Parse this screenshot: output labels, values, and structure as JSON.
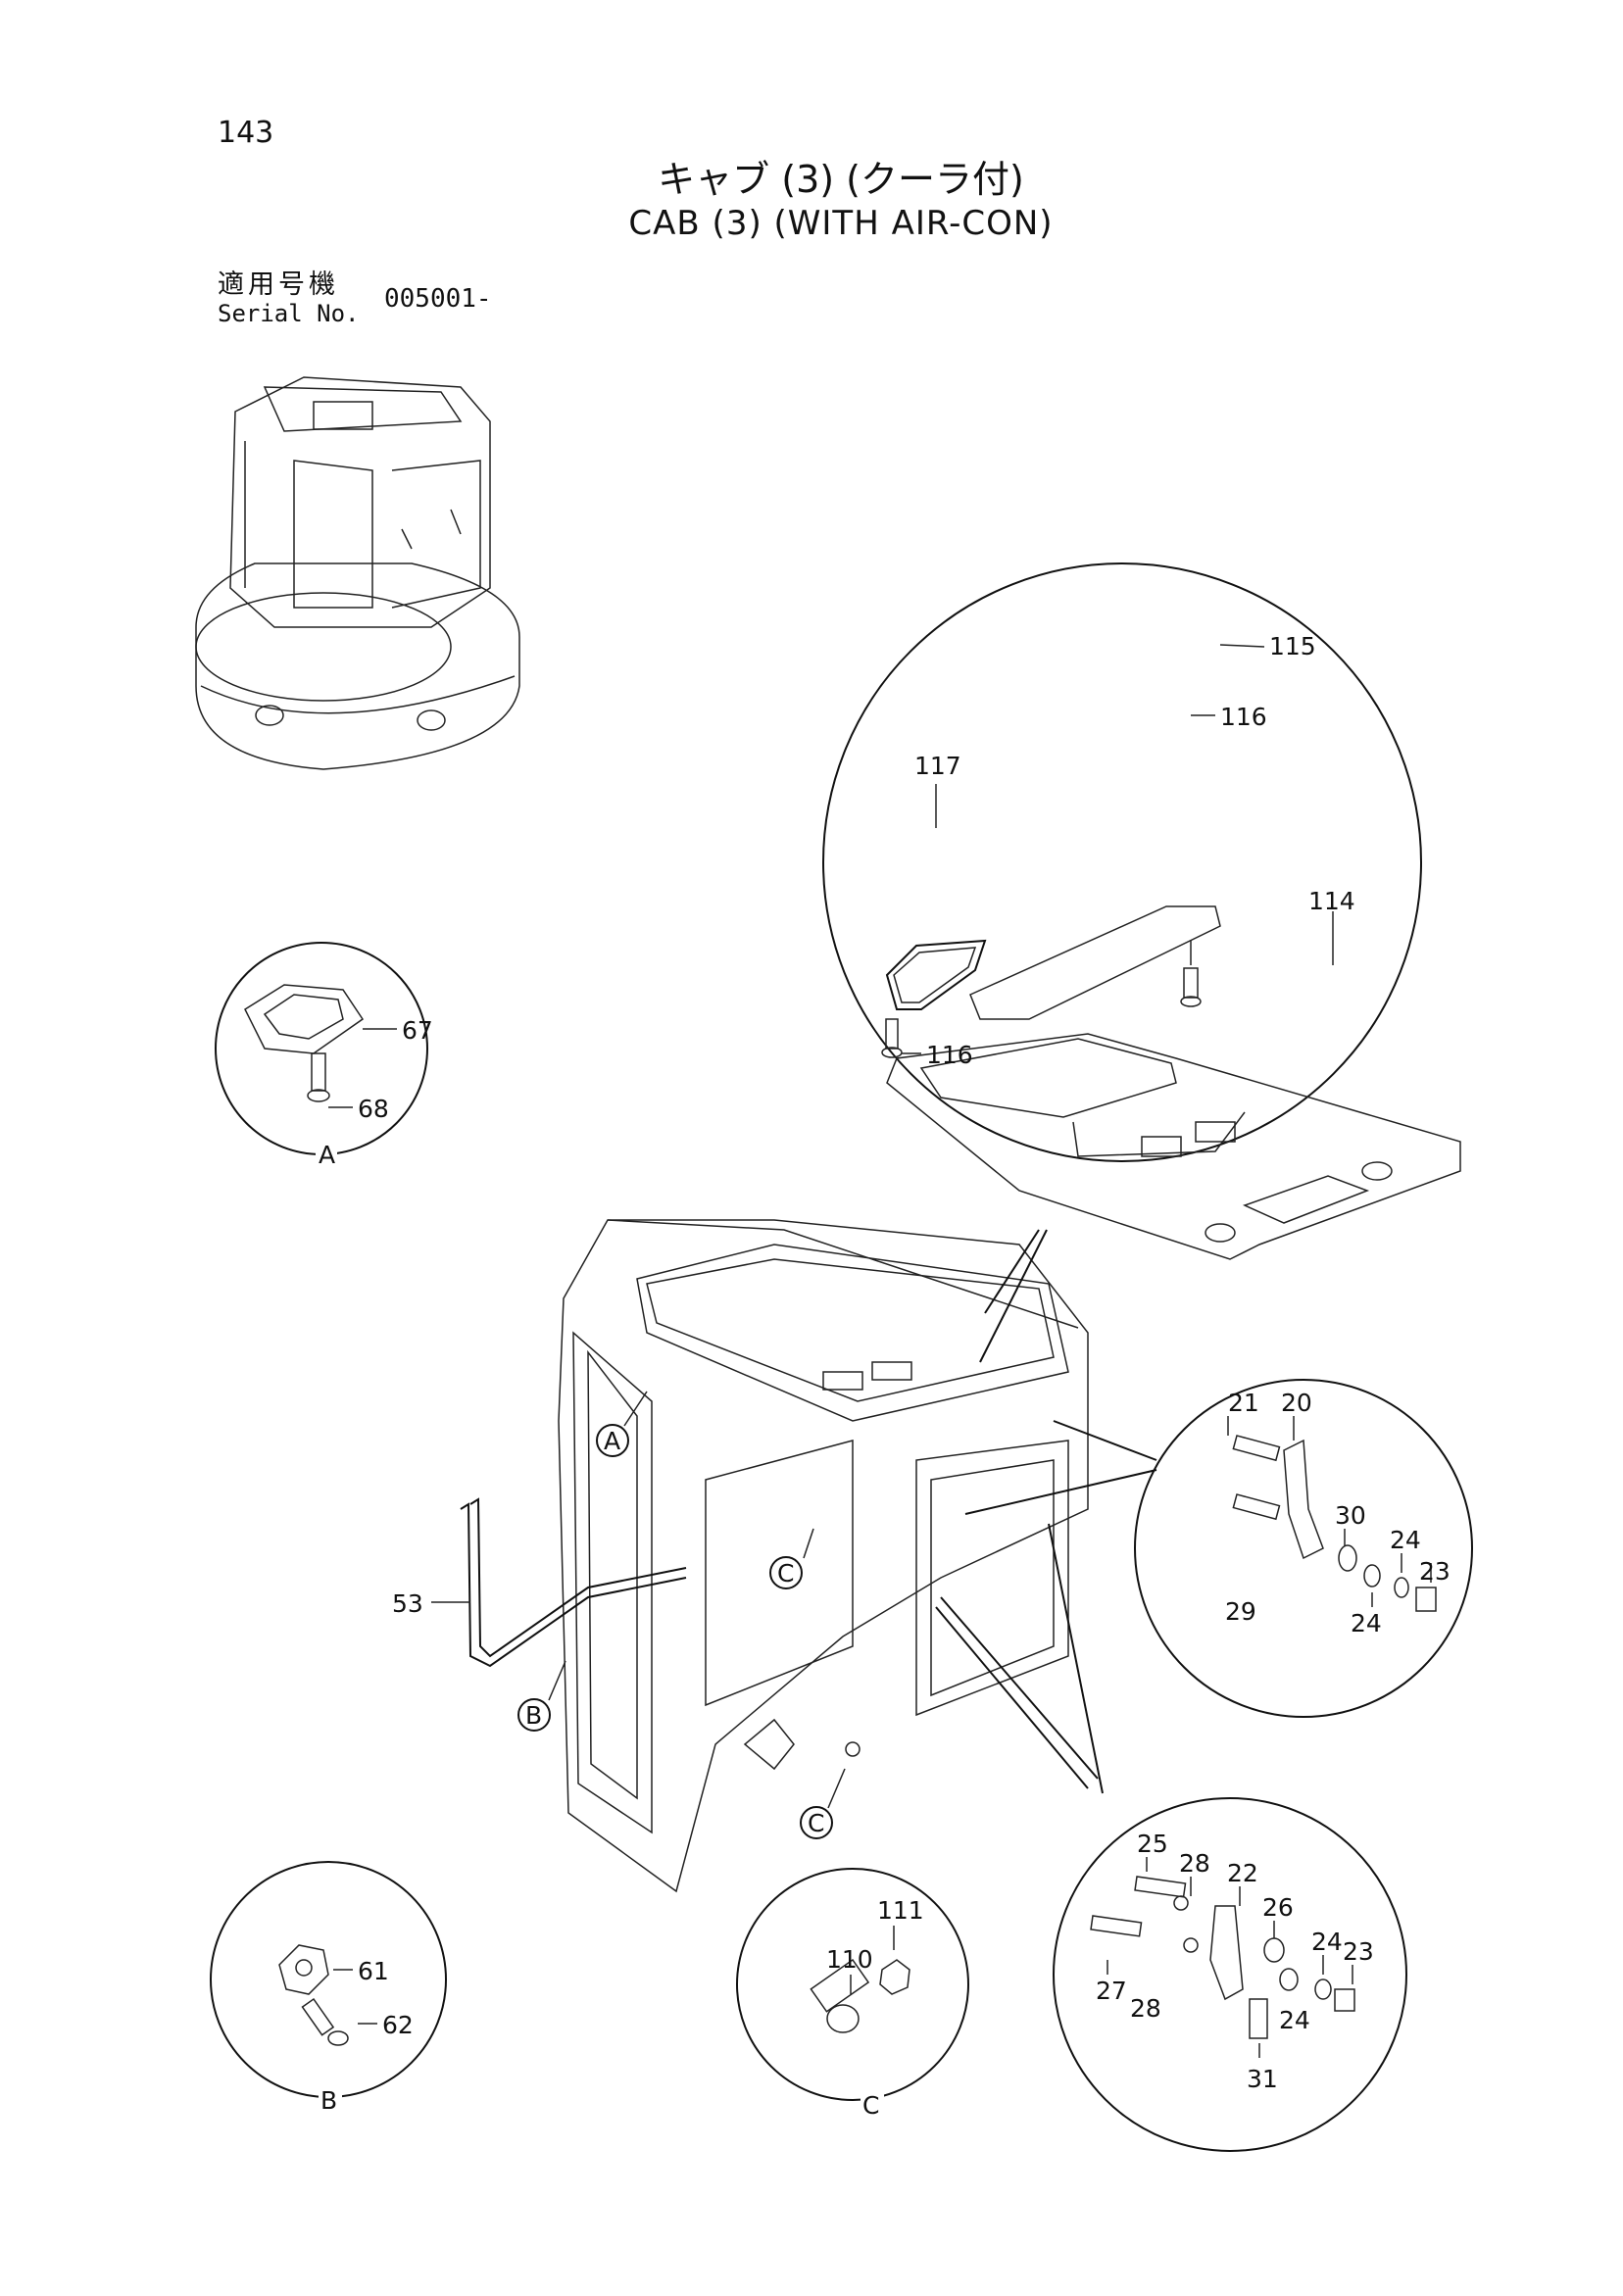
{
  "header": {
    "page_number": "143",
    "title_jp": "キャブ (3) (クーラ付)",
    "title_en": "CAB (3) (WITH AIR-CON)",
    "serial_label_jp": "適用号機",
    "serial_label_en": "Serial No.",
    "serial_value": "005001-"
  },
  "callouts": {
    "p115": "115",
    "p116a": "116",
    "p117": "117",
    "p114": "114",
    "p116b": "116",
    "p67": "67",
    "p68": "68",
    "p53": "53",
    "p21": "21",
    "p20": "20",
    "p30": "30",
    "p29": "29",
    "p24a": "24",
    "p23a": "23",
    "p24b": "24",
    "p25": "25",
    "p28a": "28",
    "p22": "22",
    "p26": "26",
    "p24c": "24",
    "p23b": "23",
    "p27": "27",
    "p28b": "28",
    "p24d": "24",
    "p31": "31",
    "p61": "61",
    "p62": "62",
    "p111": "111",
    "p110": "110"
  },
  "detail_refs": {
    "A": "A",
    "B": "B",
    "C": "C",
    "marker_A": "A",
    "marker_B": "B",
    "marker_C1": "C",
    "marker_C2": "C"
  }
}
